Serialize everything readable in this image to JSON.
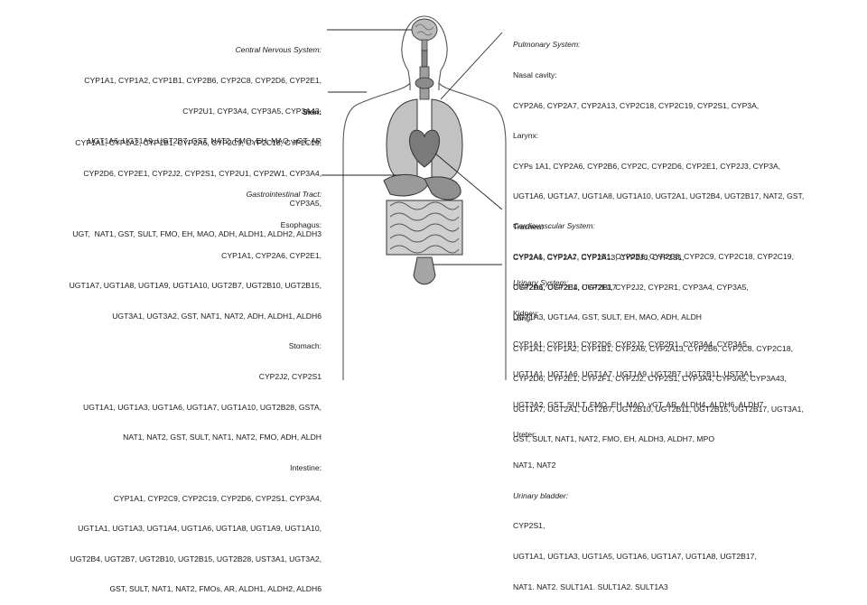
{
  "left": {
    "cns": {
      "heading": "Central Nervous System:",
      "lines": [
        "CYP1A1, CYP1A2, CYP1B1, CYP2B6, CYP2C8, CYP2D6, CYP2E1,",
        "CYP2U1, CYP3A4, CYP3A5, CYP3A43,",
        "UGT1A6, UGT1A9, UGT2B7, GST, NAT2, FMO, EH, MAO, γGT, AR"
      ]
    },
    "skin": {
      "heading": "Skin:",
      "lines": [
        "CYP1A1, CYP1A2, CYP1B1, CYP2A6, CYP2C9, CYP2C18, CYP2C19,",
        "CYP2D6, CYP2E1, CYP2J2, CYP2S1, CYP2U1, CYP2W1, CYP3A4,",
        "CYP3A5,",
        "UGT,  NAT1, GST, SULT, FMO, EH, MAO, ADH, ALDH1, ALDH2, ALDH3"
      ]
    },
    "gi": {
      "heading": "Gastrointestinal Tract:",
      "sections": [
        {
          "label": "Esophagus:",
          "lines": [
            "CYP1A1, CYP2A6, CYP2E1,",
            "UGT1A7, UGT1A8, UGT1A9, UGT1A10, UGT2B7, UGT2B10, UGT2B15,",
            "UGT3A1, UGT3A2, GST, NAT1, NAT2, ADH, ALDH1, ALDH6"
          ]
        },
        {
          "label": "Stomach:",
          "lines": [
            "CYP2J2, CYP2S1",
            "UGT1A1, UGT1A3, UGT1A6, UGT1A7, UGT1A10, UGT2B28, GSTA,",
            "NAT1, NAT2, GST, SULT, NAT1, NAT2, FMO, ADH, ALDH"
          ]
        },
        {
          "label": "Intestine:",
          "lines": [
            "CYP1A1, CYP2C9, CYP2C19, CYP2D6, CYP2S1, CYP3A4,",
            "UGT1A1, UGT1A3, UGT1A4, UGT1A6, UGT1A8, UGT1A9, UGT1A10,",
            "UGT2B4, UGT2B7, UGT2B10, UGT2B15, UGT2B28, UST3A1, UGT3A2,",
            "GST, SULT, NAT1, NAT2, FMOs, AR, ALDH1, ALDH2, ALDH6"
          ]
        }
      ]
    }
  },
  "right": {
    "pulmonary": {
      "heading": "Pulmonary System:",
      "sections": [
        {
          "label": "Nasal cavity:",
          "lines": [
            "CYP2A6, CYP2A7, CYP2A13, CYP2C18, CYP2C19, CYP2S1, CYP3A,"
          ]
        },
        {
          "label": "Larynx:",
          "lines": [
            "CYPs 1A1, CYP2A6, CYP2B6, CYP2C, CYP2D6, CYP2E1, CYP2J3, CYP3A,",
            "UGT1A6, UGT1A7, UGT1A8, UGT1A10, UGT2A1, UGT2B4, UGT2B17, NAT2, GST,"
          ]
        },
        {
          "label": "Trachea:",
          "lines": [
            "CYP2A6, CYP2A7, CYP2A13, CYP2J3, CYP2S1,",
            "UGT2A1, UGT2B4, UGT2B17"
          ]
        },
        {
          "label": "Lung:",
          "lines": [
            "CYP1A1, CYP1A2, CYP1B1, CYP2A6, CYP2A13, CYP2B6, CYP2C8, CYP2C18,",
            "CYP2D6, CYP2E1, CYP2F1, CYP2J2, CYP2S1, CYP3A4, CYP3A5, CYP3A43,",
            "UGT1A7, UGT2A1, UGT2B7, UGT2B10, UGT2B11, UGT2B15, UGT2B17, UGT3A1,",
            "GST, SULT, NAT1, NAT2, FMO, EH, ALDH3, ALDH7, MPO"
          ]
        }
      ]
    },
    "cardio": {
      "heading": "Cardiovascular System:",
      "lines": [
        "CYP1A1, CYP1A2, CYP1B1, CYP2B6, CYP2C8, CYP2C9, CYP2C18, CYP2C19,",
        "CYP2D6, CYP2E1, CYP2F1, CYP2J2, CYP2R1, CYP3A4, CYP3A5,",
        "UGT1A3, UGT1A4, GST, SULT, EH, MAO, ADH, ALDH"
      ]
    },
    "urinary": {
      "heading": "Urinary System:",
      "sections": [
        {
          "label": "Kidney:",
          "italic": false,
          "lines": [
            "CYP1A1, CYP1B1, CYP2D6, CYP2J2, CYP2R1, CYP3A4, CYP3A5,",
            "UGT1A1, UGT1A6, UGT1A7, UGT1A9, UGT2B7, UGT2B11, UST3A1,",
            "UGT3A2, GST, SULT, FMO, EH, MAO, γGT, AR, ALDH4, ALDH6, ALDH7"
          ]
        },
        {
          "label": "Ureter:",
          "italic": false,
          "lines": [
            "NAT1, NAT2"
          ]
        },
        {
          "label": "Urinary bladder:",
          "italic": true,
          "lines": [
            "CYP2S1,",
            "UGT1A1, UGT1A3, UGT1A5, UGT1A6, UGT1A7, UGT1A8, UGT2B17,",
            "NAT1. NAT2. SULT1A1. SULT1A2. SULT1A3"
          ]
        }
      ]
    }
  }
}
